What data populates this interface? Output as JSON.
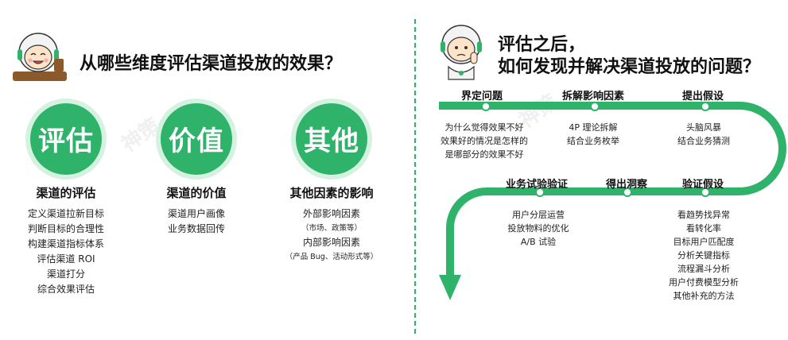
{
  "left": {
    "title": "从哪些维度评估渠道投放的效果？",
    "columns": [
      {
        "circle_text": "评估",
        "subtitle": "渠道的评估",
        "items": [
          "定义渠道拉新目标",
          "判断目标的合理性",
          "构建渠道指标体系",
          "评估渠道 ROI",
          "渠道打分",
          "综合效果评估"
        ]
      },
      {
        "circle_text": "价值",
        "subtitle": "渠道的价值",
        "items": [
          "渠道用户画像",
          "业务数据回传"
        ]
      },
      {
        "circle_text": "其他",
        "subtitle": "其他因素的影响",
        "items": [
          "外部影响因素",
          "（市场、政策等）",
          "内部影响因素",
          "（产品 Bug、活动形式等）"
        ]
      }
    ]
  },
  "right": {
    "title_line1": "评估之后，",
    "title_line2": "如何发现并解决渠道投放的问题？",
    "stages": [
      {
        "label": "界定问题",
        "desc": [
          "为什么觉得效果不好",
          "效果好的情况是怎样的",
          "是哪部分的效果不好"
        ]
      },
      {
        "label": "拆解影响因素",
        "desc": [
          "4P 理论拆解",
          "结合业务枚举"
        ]
      },
      {
        "label": "提出假设",
        "desc": [
          "头脑风暴",
          "结合业务猜测"
        ]
      },
      {
        "label": "验证假设",
        "desc": [
          "看趋势找异常",
          "看转化率",
          "目标用户匹配度",
          "分析关键指标",
          "流程漏斗分析",
          "用户付费模型分析",
          "其他补充的方法"
        ]
      },
      {
        "label": "得出洞察",
        "desc": []
      },
      {
        "label": "业务试验验证",
        "desc": [
          "用户分层运营",
          "投放物料的优化",
          "A/B 试验"
        ]
      }
    ]
  },
  "colors": {
    "accent": "#2fb36a",
    "accent_light": "#d5f2e0"
  },
  "icons": [
    "mascot-happy-icon",
    "mascot-thinking-icon"
  ]
}
